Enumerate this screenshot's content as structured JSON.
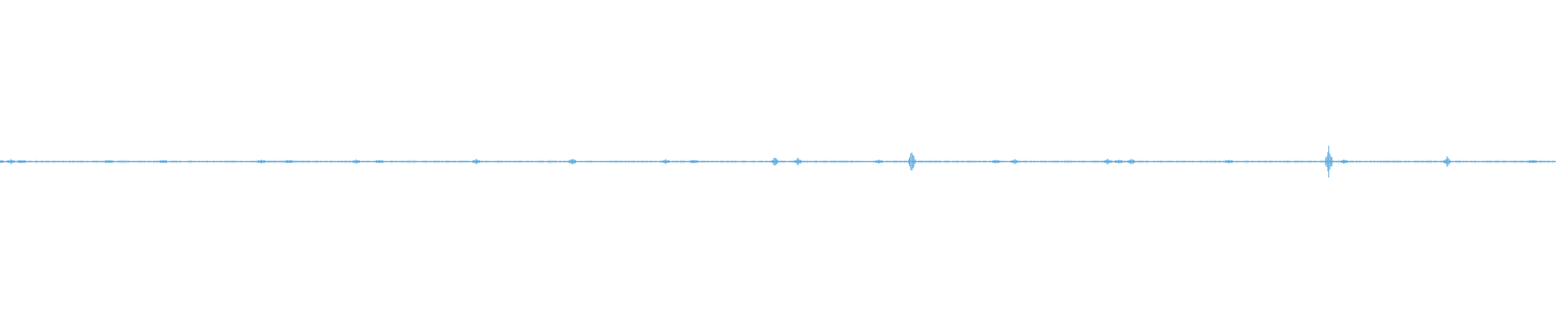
{
  "waveform": {
    "color": "#5aa9e0",
    "background": "#ffffff",
    "duration_fraction_points": [
      {
        "pos": 0.0,
        "amp": 0.03
      },
      {
        "pos": 0.007,
        "amp": 0.08
      },
      {
        "pos": 0.014,
        "amp": 0.06
      },
      {
        "pos": 0.07,
        "amp": 0.05
      },
      {
        "pos": 0.105,
        "amp": 0.04
      },
      {
        "pos": 0.168,
        "amp": 0.06
      },
      {
        "pos": 0.186,
        "amp": 0.04
      },
      {
        "pos": 0.229,
        "amp": 0.07
      },
      {
        "pos": 0.244,
        "amp": 0.05
      },
      {
        "pos": 0.306,
        "amp": 0.1
      },
      {
        "pos": 0.368,
        "amp": 0.12
      },
      {
        "pos": 0.428,
        "amp": 0.08
      },
      {
        "pos": 0.446,
        "amp": 0.06
      },
      {
        "pos": 0.498,
        "amp": 0.16
      },
      {
        "pos": 0.513,
        "amp": 0.13
      },
      {
        "pos": 0.565,
        "amp": 0.06
      },
      {
        "pos": 0.586,
        "amp": 0.34
      },
      {
        "pos": 0.64,
        "amp": 0.07
      },
      {
        "pos": 0.652,
        "amp": 0.09
      },
      {
        "pos": 0.712,
        "amp": 0.1
      },
      {
        "pos": 0.719,
        "amp": 0.08
      },
      {
        "pos": 0.727,
        "amp": 0.13
      },
      {
        "pos": 0.79,
        "amp": 0.07
      },
      {
        "pos": 0.854,
        "amp": 0.54
      },
      {
        "pos": 0.864,
        "amp": 0.09
      },
      {
        "pos": 0.93,
        "amp": 0.16
      },
      {
        "pos": 0.985,
        "amp": 0.05
      }
    ]
  }
}
